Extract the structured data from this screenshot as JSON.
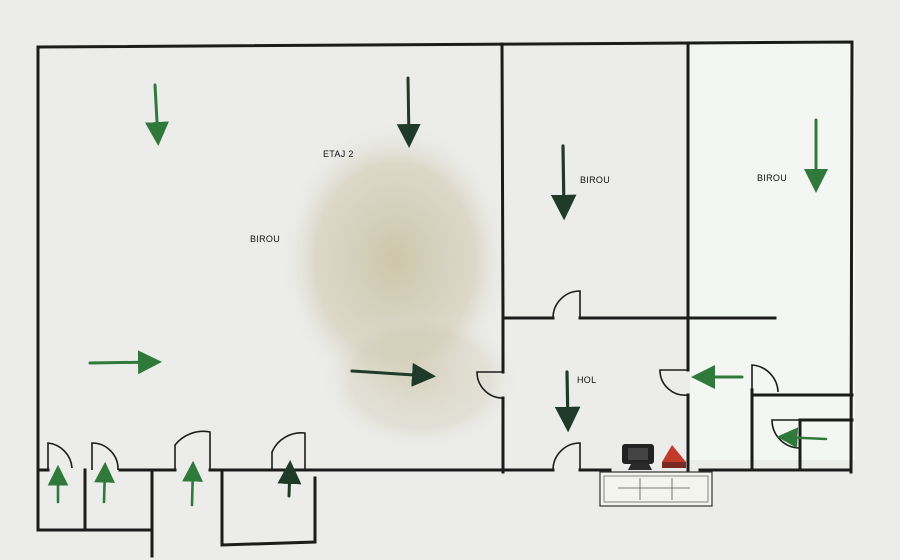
{
  "plan": {
    "floor_label": "ETAJ 2",
    "rooms": {
      "office_large": "BIROU",
      "office_middle": "BIROU",
      "office_right": "BIROU",
      "hall": "HOL"
    }
  },
  "colors": {
    "background": "#e6e8e6",
    "paper": "#f1f2f0",
    "wall": "#1c1c1c",
    "arrow_green": "#2f7a3b",
    "arrow_dark": "#1f3a28",
    "shadow": "#c9c2a8"
  },
  "icons": [
    "evacuation-arrow-icon",
    "door-swing-icon",
    "reception-desk-icon",
    "fire-extinguisher-icon"
  ]
}
